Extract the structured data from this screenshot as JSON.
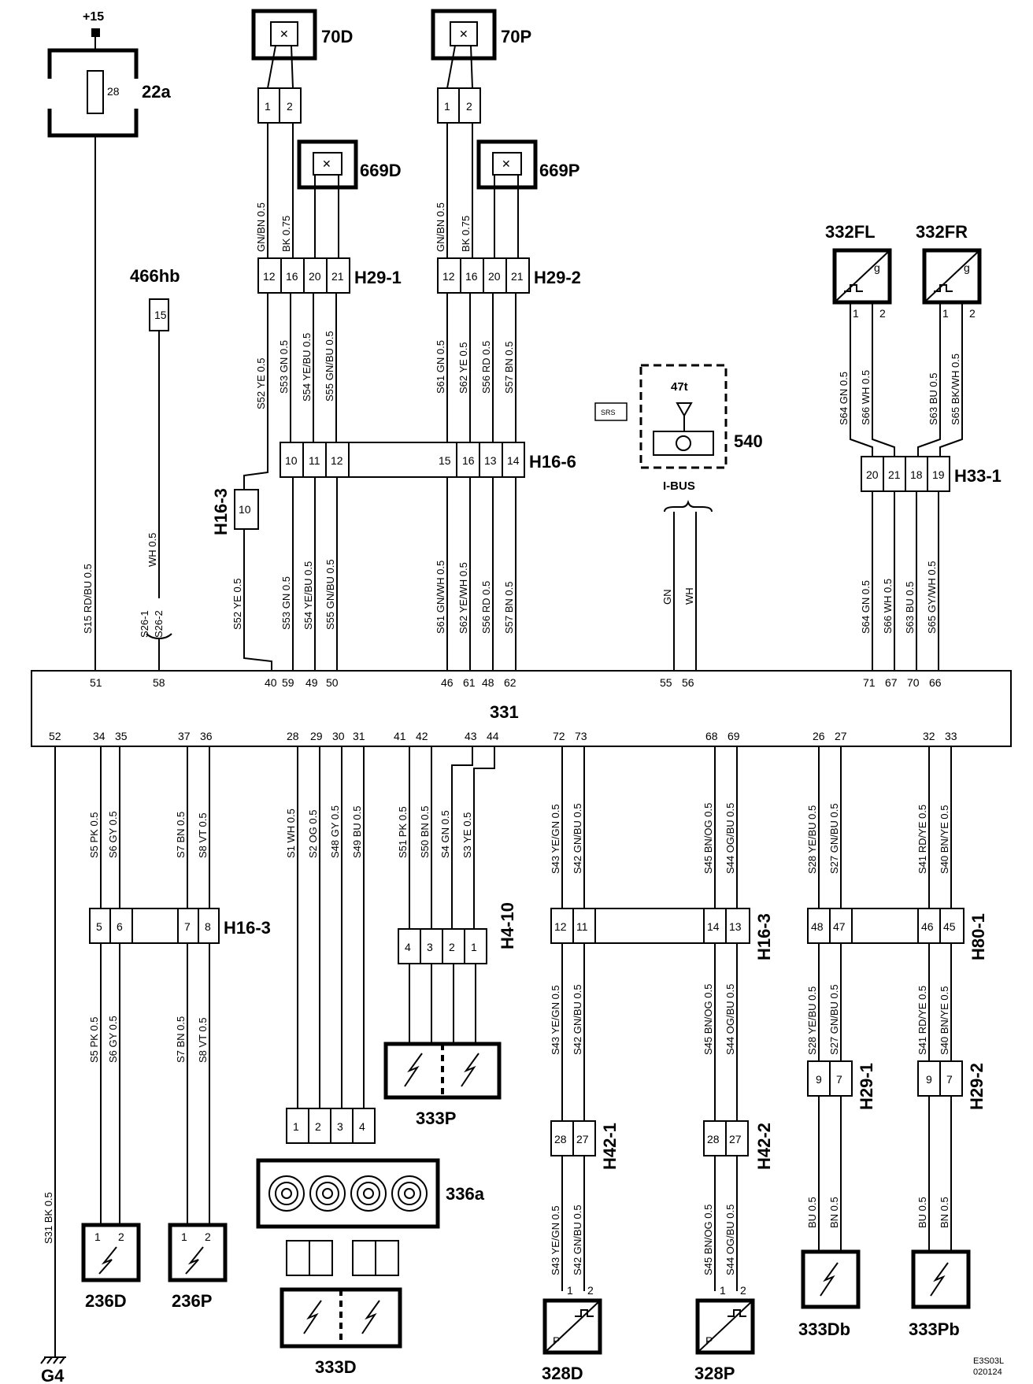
{
  "supply_label": "+15",
  "ground_label": "G4",
  "drawing_code": [
    "E3S03L",
    "020124"
  ],
  "components": {
    "fuse_box": "22a",
    "fuse_number": "28",
    "lamp_front_driver": "70D",
    "lamp_front_pass": "70P",
    "lamp_d": "669D",
    "lamp_p": "669P",
    "switch_466": "466hb",
    "switch_466_pin": "15",
    "sensor_fl": "332FL",
    "sensor_fr": "332FR",
    "sensor_pin": "g",
    "module_540": "540",
    "module_540_part": "47t",
    "module_540_bus": "I-BUS",
    "small_tag": "SRS",
    "control_unit": "331",
    "sq_236d": "236D",
    "sq_236p": "236P",
    "clock_spring": "336a",
    "sq_333d": "333D",
    "sq_333p": "333P",
    "sq_333db": "333Db",
    "sq_333pb": "333Pb",
    "sensor_328d": "328D",
    "sensor_328p": "328P",
    "sensor_p_label": "P"
  },
  "connectors": {
    "h29_1": "H29-1",
    "h29_2": "H29-2",
    "h16_6": "H16-6",
    "h16_3": "H16-3",
    "h33_1": "H33-1",
    "h4_10": "H4-10",
    "h80_1": "H80-1",
    "h42_1": "H42-1",
    "h42_2": "H42-2"
  },
  "ecu_top_pins": [
    "51",
    "58",
    "40",
    "59",
    "49",
    "50",
    "46",
    "61",
    "48",
    "62",
    "55",
    "56",
    "71",
    "67",
    "70",
    "66"
  ],
  "ecu_bottom_pins": [
    "52",
    "34",
    "35",
    "37",
    "36",
    "28",
    "29",
    "30",
    "31",
    "41",
    "42",
    "43",
    "44",
    "72",
    "73",
    "68",
    "69",
    "26",
    "27",
    "32",
    "33"
  ],
  "wires": {
    "w515": "S15 RD/BU 0.5",
    "wS31": "S31 BK 0.5",
    "w466": "WH 0.5",
    "s26": [
      "S26-1",
      "S26-2"
    ],
    "w70d_a": "GN/BN 0.5",
    "w70d_b": "BK 0.75",
    "w70p_a": "GN/BN 0.5",
    "w70p_b": "BK 0.75",
    "top_left": [
      "S52 YE 0.5",
      "S53 GN 0.5",
      "S54 YE/BU 0.5",
      "S55 GN/BU 0.5"
    ],
    "top_mid": [
      "S61 GN 0.5",
      "S62 YE 0.5",
      "S56 RD 0.5",
      "S57 BN 0.5"
    ],
    "low_left": [
      "S52 YE 0.5",
      "S53 GN 0.5",
      "S54 YE/BU 0.5",
      "S55 GN/BU 0.5"
    ],
    "low_mid": [
      "S61 GN/WH 0.5",
      "S62 YE/WH 0.5",
      "S56 RD 0.5",
      "S57 BN 0.5"
    ],
    "ibus": [
      "GN",
      "WH"
    ],
    "fl_top": [
      "S64 GN 0.5",
      "S66 WH 0.5"
    ],
    "fr_top": [
      "S63 BU 0.5",
      "S65 BK/WH 0.5"
    ],
    "fl_low": [
      "S64 GN 0.5",
      "S66 WH 0.5"
    ],
    "fr_low": [
      "S63 BU 0.5",
      "S65 GY/WH 0.5"
    ],
    "b236": [
      "S5 PK 0.5",
      "S6 GY 0.5",
      "S7 BN 0.5",
      "S8 VT 0.5"
    ],
    "b336": [
      "S1 WH 0.5",
      "S2 OG 0.5",
      "S48 GY 0.5",
      "S49 BU 0.5"
    ],
    "b333p": [
      "S51 PK 0.5",
      "S50 BN 0.5",
      "S4 GN 0.5",
      "S3 YE 0.5"
    ],
    "b328d": [
      "S43 YE/GN 0.5",
      "S42 GN/BU 0.5"
    ],
    "b328p": [
      "S45 BN/OG 0.5",
      "S44 OG/BU 0.5"
    ],
    "b333db": [
      "S28 YE/BU 0.5",
      "S27 GN/BU 0.5"
    ],
    "b333pb": [
      "S41 RD/YE 0.5",
      "S40 BN/YE 0.5"
    ],
    "sq_end": [
      "BU 0.5",
      "BN 0.5"
    ]
  }
}
